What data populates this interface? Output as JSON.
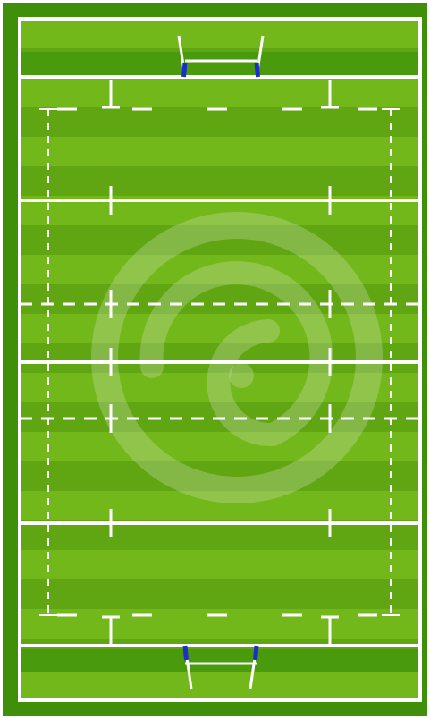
{
  "pitch": {
    "colors": {
      "border_dark": "#3f8f0a",
      "grass_light": "#72b81a",
      "grass_dark": "#5fa612",
      "in_goal_dark": "#4a9a0d",
      "lines": "#ffffff",
      "goal_posts": "#ffffff",
      "post_pads": "#1a2ec8",
      "watermark": "#c9d9a8"
    },
    "icons": {
      "watermark": "spiral-watermark-icon"
    },
    "features": {
      "goal_posts": 2,
      "halfway_line": true,
      "twentytwo_lines": 2,
      "ten_metre_dashed_lines": 2,
      "five_metre_dashed_lines": 2,
      "dead_ball_lines": 2,
      "try_lines": 2,
      "touchlines": 2
    }
  }
}
